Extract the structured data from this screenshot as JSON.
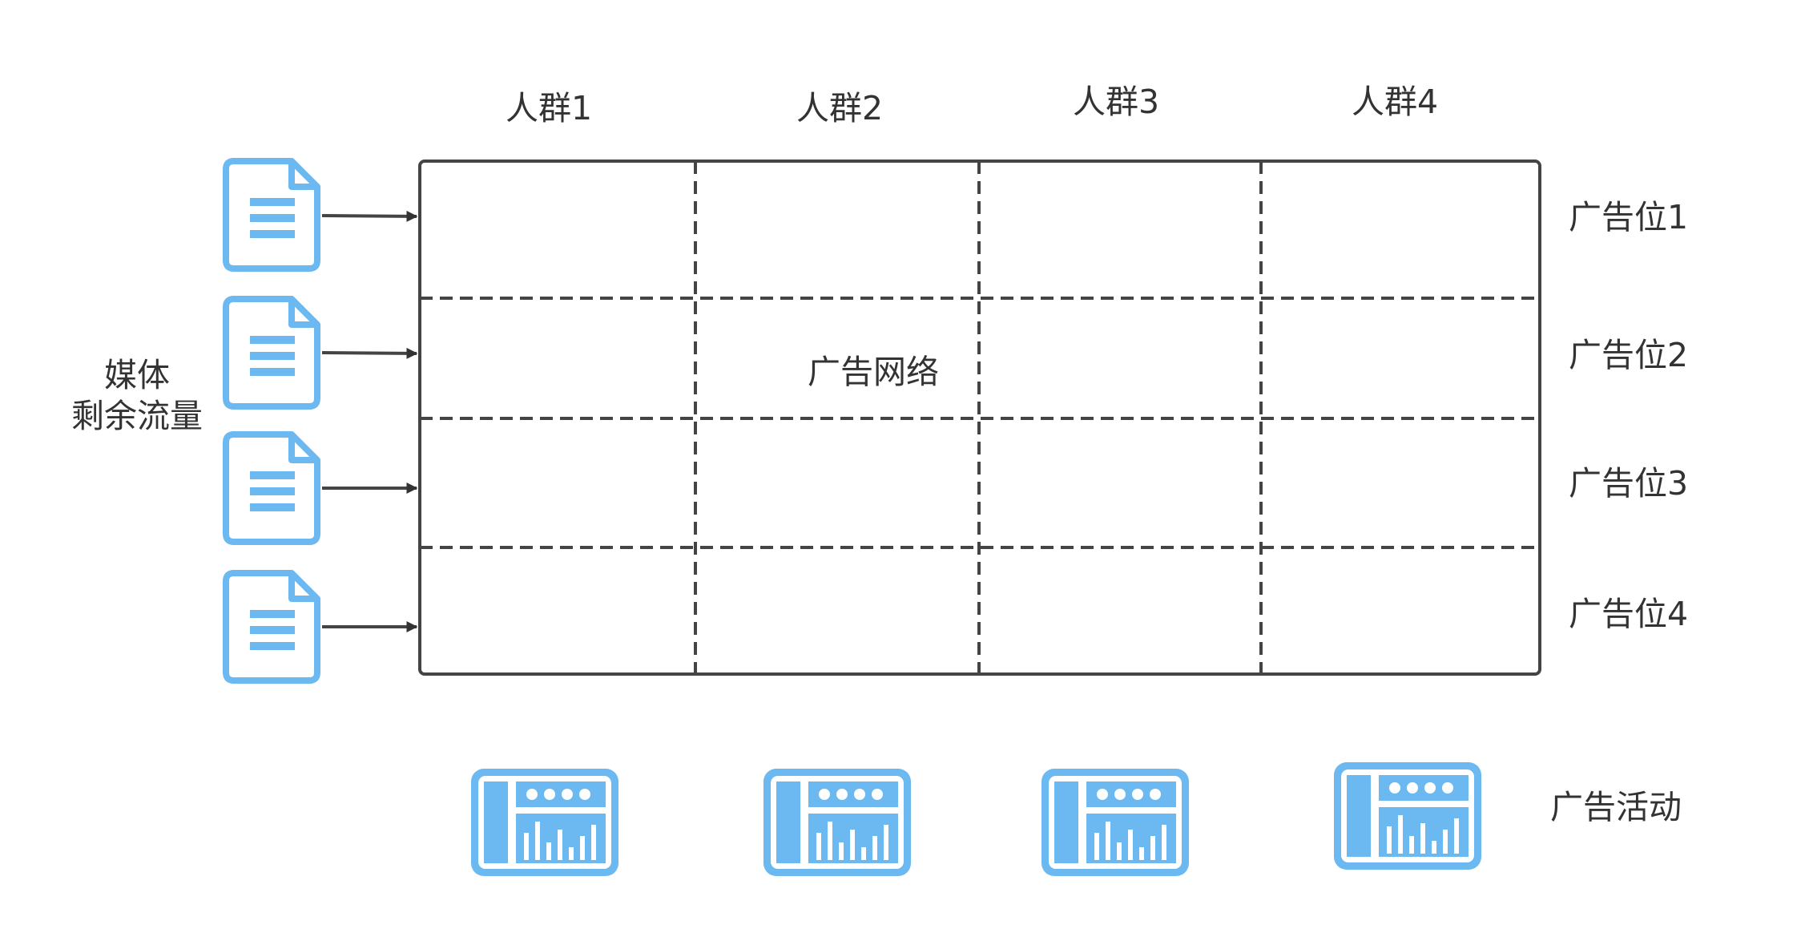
{
  "diagram": {
    "title": "",
    "columns": [
      {
        "label": "人群1"
      },
      {
        "label": "人群2"
      },
      {
        "label": "人群3"
      },
      {
        "label": "人群4"
      }
    ],
    "rows": [
      {
        "label": "广告位1"
      },
      {
        "label": "广告位2"
      },
      {
        "label": "广告位3"
      },
      {
        "label": "广告位4"
      }
    ],
    "grid_label": "广告网络",
    "source": {
      "line1": "媒体",
      "line2": "剩余流量",
      "icon": "document-icon"
    },
    "campaigns": {
      "label": "广告活动",
      "count": 4,
      "icon": "dashboard-icon"
    },
    "colors": {
      "icon_blue": "#6cb8f0",
      "icon_border": "#6cb8f0",
      "line": "#444444",
      "text": "#333333"
    }
  }
}
